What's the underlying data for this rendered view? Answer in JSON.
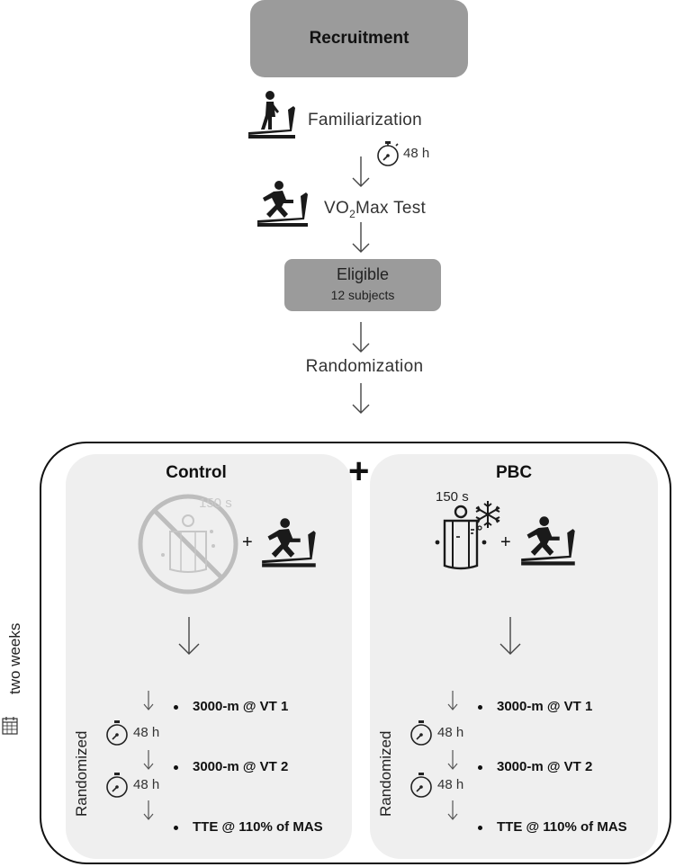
{
  "flow": {
    "recruitment": "Recruitment",
    "familiarization": "Familiarization",
    "rest_1": "48 h",
    "vo2max_prefix": "VO",
    "vo2max_sub": "2",
    "vo2max_suffix": "Max Test",
    "eligible": "Eligible",
    "eligible_count": "12 subjects",
    "randomization": "Randomization"
  },
  "period_label": "two weeks",
  "plus_sign": "+",
  "control": {
    "title": "Control",
    "duration": "150 s",
    "randomized": "Randomized",
    "rest_a": "48 h",
    "rest_b": "48 h",
    "tests": [
      "3000-m @ VT 1",
      "3000-m @ VT 2",
      "TTE @  110% of MAS"
    ]
  },
  "pbc": {
    "title": "PBC",
    "duration": "150 s",
    "randomized": "Randomized",
    "rest_a": "48 h",
    "rest_b": "48 h",
    "tests": [
      "3000-m @ VT 1",
      "3000-m @ VT 2",
      "TTE @  110% of MAS"
    ]
  },
  "colors": {
    "box": "#9b9b9b",
    "panel": "#efefef",
    "ink": "#1f1f1f"
  }
}
